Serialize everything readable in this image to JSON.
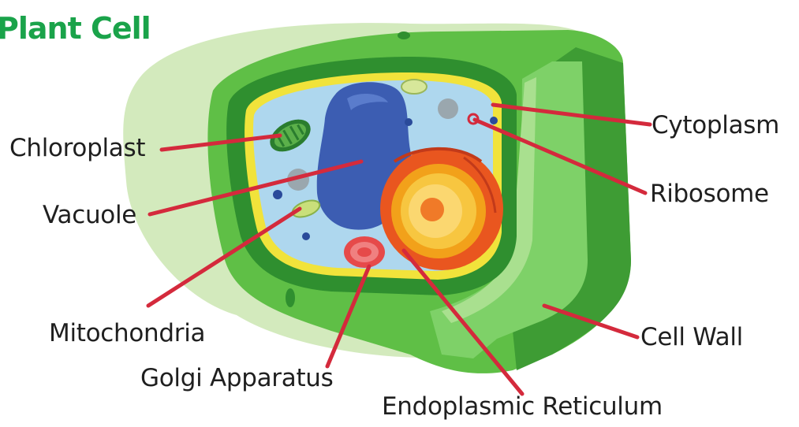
{
  "title": "Plant Cell",
  "colors": {
    "title": "#1aa34a",
    "leader_line": "#d42a3c",
    "cell_wall": "#4caf3a",
    "background_blob": "#cfe8b8",
    "cytoplasm": "#a9d3ec",
    "vacuole": "#3f5fb0",
    "nucleus": "#f6a21a"
  },
  "labels": {
    "chloroplast": "Chloroplast",
    "vacuole": "Vacuole",
    "mitochondria": "Mitochondria",
    "golgi": "Golgi Apparatus",
    "endoplasmic_reticulum": "Endoplasmic Reticulum",
    "cell_wall": "Cell Wall",
    "ribosome": "Ribosome",
    "cytoplasm": "Cytoplasm"
  }
}
